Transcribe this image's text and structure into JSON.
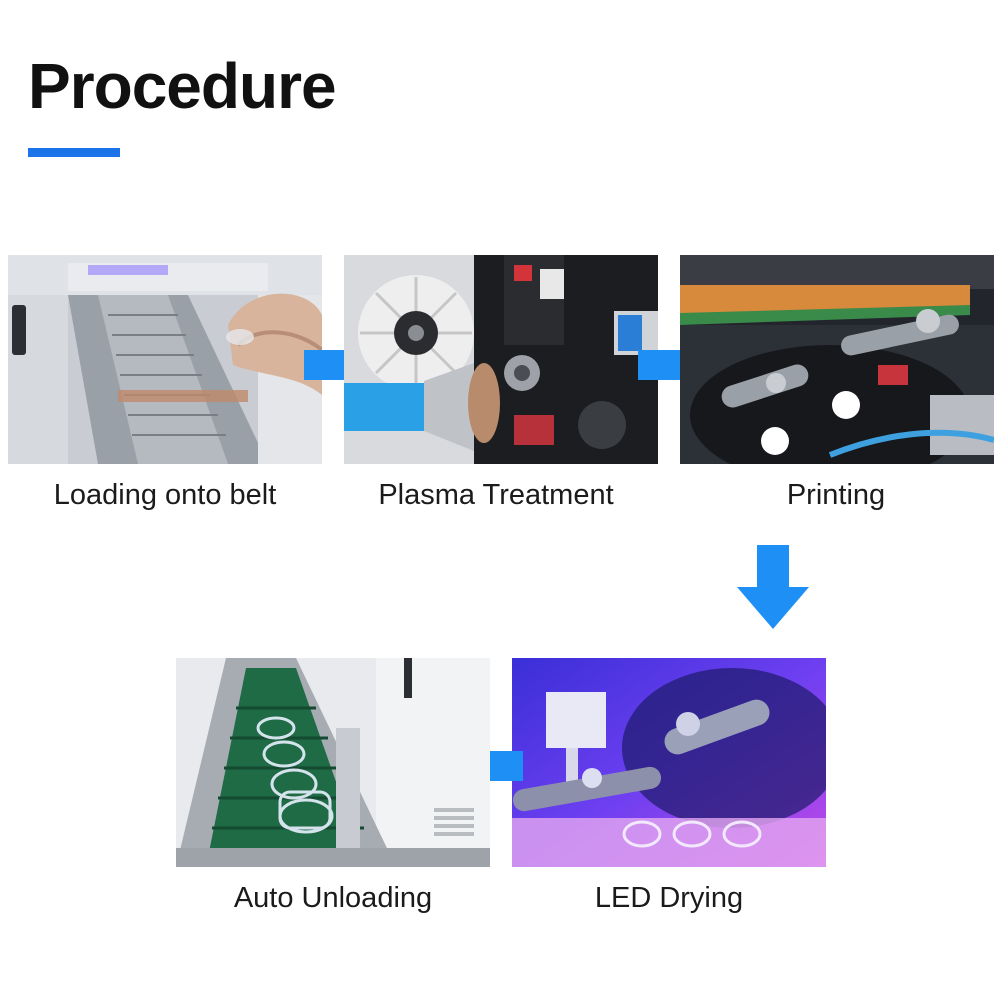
{
  "page": {
    "title": "Procedure",
    "accent_color": "#1a73e8",
    "arrow_color": "#1e8ff5"
  },
  "steps": [
    {
      "caption": "Loading onto belt",
      "image": "conveyor-loading-photo"
    },
    {
      "caption": "Plasma Treatment",
      "image": "plasma-nozzle-photo"
    },
    {
      "caption": "Printing",
      "image": "screen-printing-photo"
    },
    {
      "caption": "LED Drying",
      "image": "uv-led-drying-photo"
    },
    {
      "caption": "Auto Unloading",
      "image": "unloading-conveyor-photo"
    }
  ],
  "arrows": [
    {
      "direction": "right",
      "icon": "arrow-right-icon"
    },
    {
      "direction": "right",
      "icon": "arrow-right-icon"
    },
    {
      "direction": "down",
      "icon": "arrow-down-icon"
    },
    {
      "direction": "left",
      "icon": "arrow-left-icon"
    }
  ]
}
